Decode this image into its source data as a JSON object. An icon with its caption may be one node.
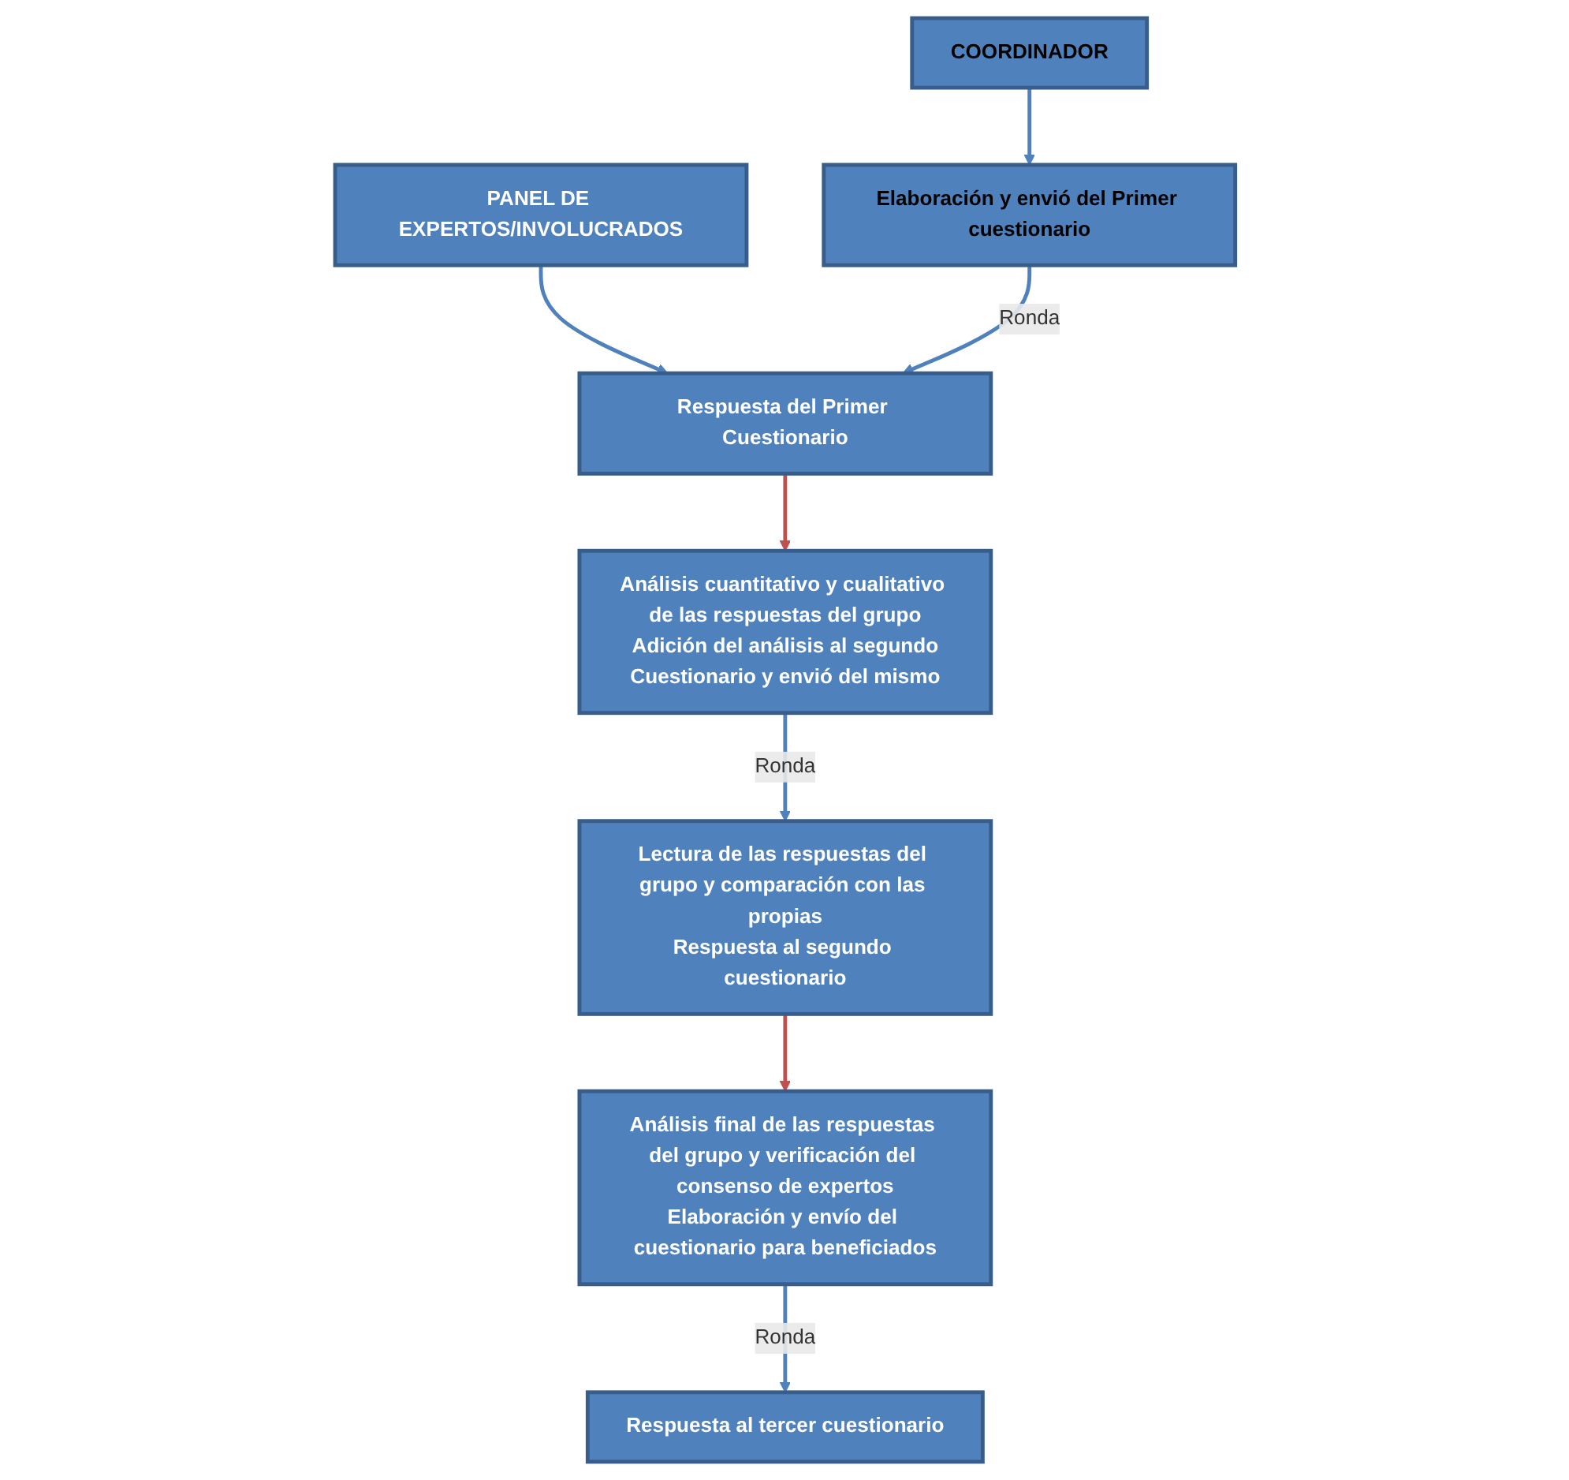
{
  "diagram": {
    "nodes": [
      {
        "text": [
          "COORDINADOR"
        ]
      },
      {
        "text": [
          "PANEL DE EXPERTOS/INVOLUCRADOS"
        ]
      },
      {
        "text": [
          "Elaboración y envió del Primer cuestionario"
        ]
      },
      {
        "text": [
          "Respuesta del Primer Cuestionario"
        ]
      },
      {
        "text": [
          "Análisis cuantitativo y cualitativo de las respuestas del grupo",
          "Adición del análisis al segundo",
          "Cuestionario y envió del mismo"
        ]
      },
      {
        "text": [
          "Lectura de las respuestas del grupo y comparación con las propias",
          "Respuesta al segundo cuestionario"
        ]
      },
      {
        "text": [
          "Análisis final de las respuestas del grupo y verificación del consenso de expertos",
          "Elaboración y envío del cuestionario para beneficiados"
        ]
      },
      {
        "text": [
          "Respuesta al tercer cuestionario"
        ]
      }
    ],
    "edges": [
      {
        "from": 0,
        "to": 2,
        "arrow": "to"
      },
      {
        "from": 1,
        "to": 3,
        "arrow": "to"
      },
      {
        "from": 2,
        "to": 3,
        "arrow": "to",
        "label": "Ronda"
      },
      {
        "from": 3,
        "to": 4,
        "arrow": "to",
        "color": "#c0504d"
      },
      {
        "from": 4,
        "to": 5,
        "arrow": "to",
        "label": "Ronda"
      },
      {
        "from": 5,
        "to": 6,
        "arrow": "to",
        "color": "#c0504d"
      },
      {
        "from": 6,
        "to": 7,
        "arrow": "to",
        "label": "Ronda"
      }
    ]
  }
}
